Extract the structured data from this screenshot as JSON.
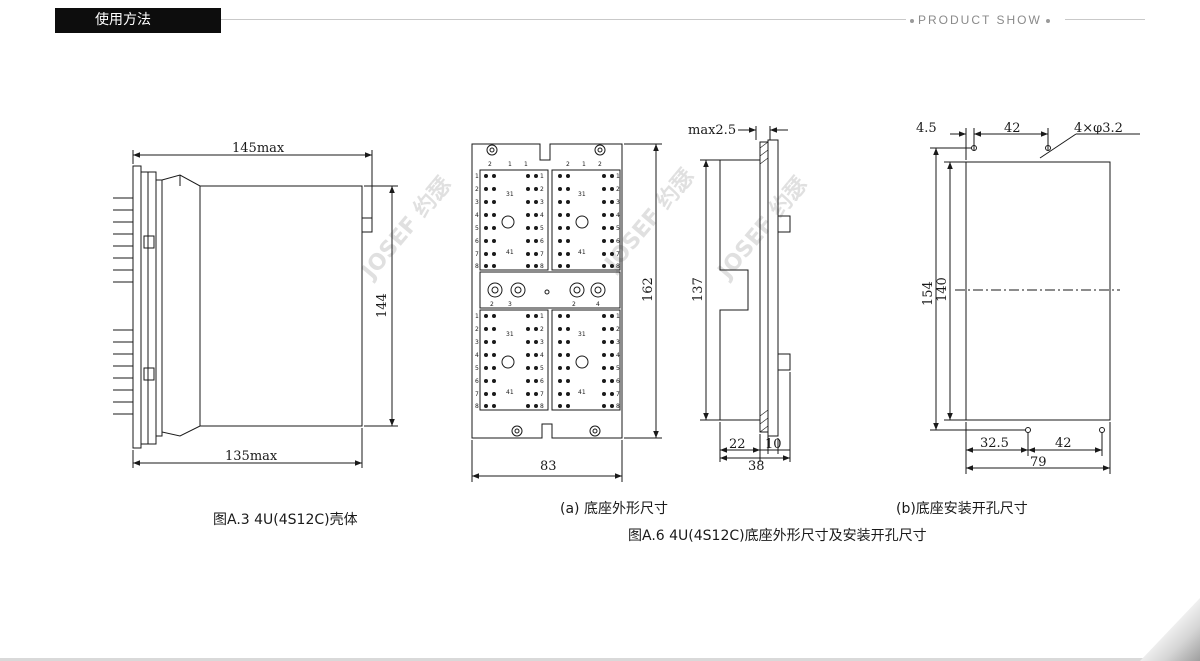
{
  "header": {
    "tab_label": "使用方法",
    "product_show": "PRODUCT SHOW"
  },
  "diagram": {
    "watermark": "JOSEF 约瑟",
    "housing": {
      "dim_top": "145max",
      "dim_bottom": "135max",
      "dim_height": "144"
    },
    "base": {
      "dim_width": "83",
      "dim_height": "162",
      "terminal_numbers": [
        "1",
        "2",
        "3",
        "4",
        "5",
        "6",
        "7",
        "8"
      ],
      "sub_labels": [
        "31",
        "41",
        "2",
        "1",
        "3",
        "4"
      ]
    },
    "side": {
      "dim_top": "max2.5",
      "dim_height": "137",
      "dim_a": "22",
      "dim_b": "10",
      "dim_c": "38"
    },
    "cutout": {
      "dim_left": "4.5",
      "dim_spacing": "42",
      "dim_hole": "4×φ3.2",
      "dim_h_outer": "154",
      "dim_h_inner": "140",
      "dim_bottom_left": "32.5",
      "dim_bottom_spacing": "42",
      "dim_width": "79"
    }
  },
  "captions": {
    "fig_a3": "图A.3  4U(4S12C)壳体",
    "sub_a": "(a) 底座外形尺寸",
    "sub_b": "(b)底座安装开孔尺寸",
    "fig_a6": "图A.6  4U(4S12C)底座外形尺寸及安装开孔尺寸"
  }
}
